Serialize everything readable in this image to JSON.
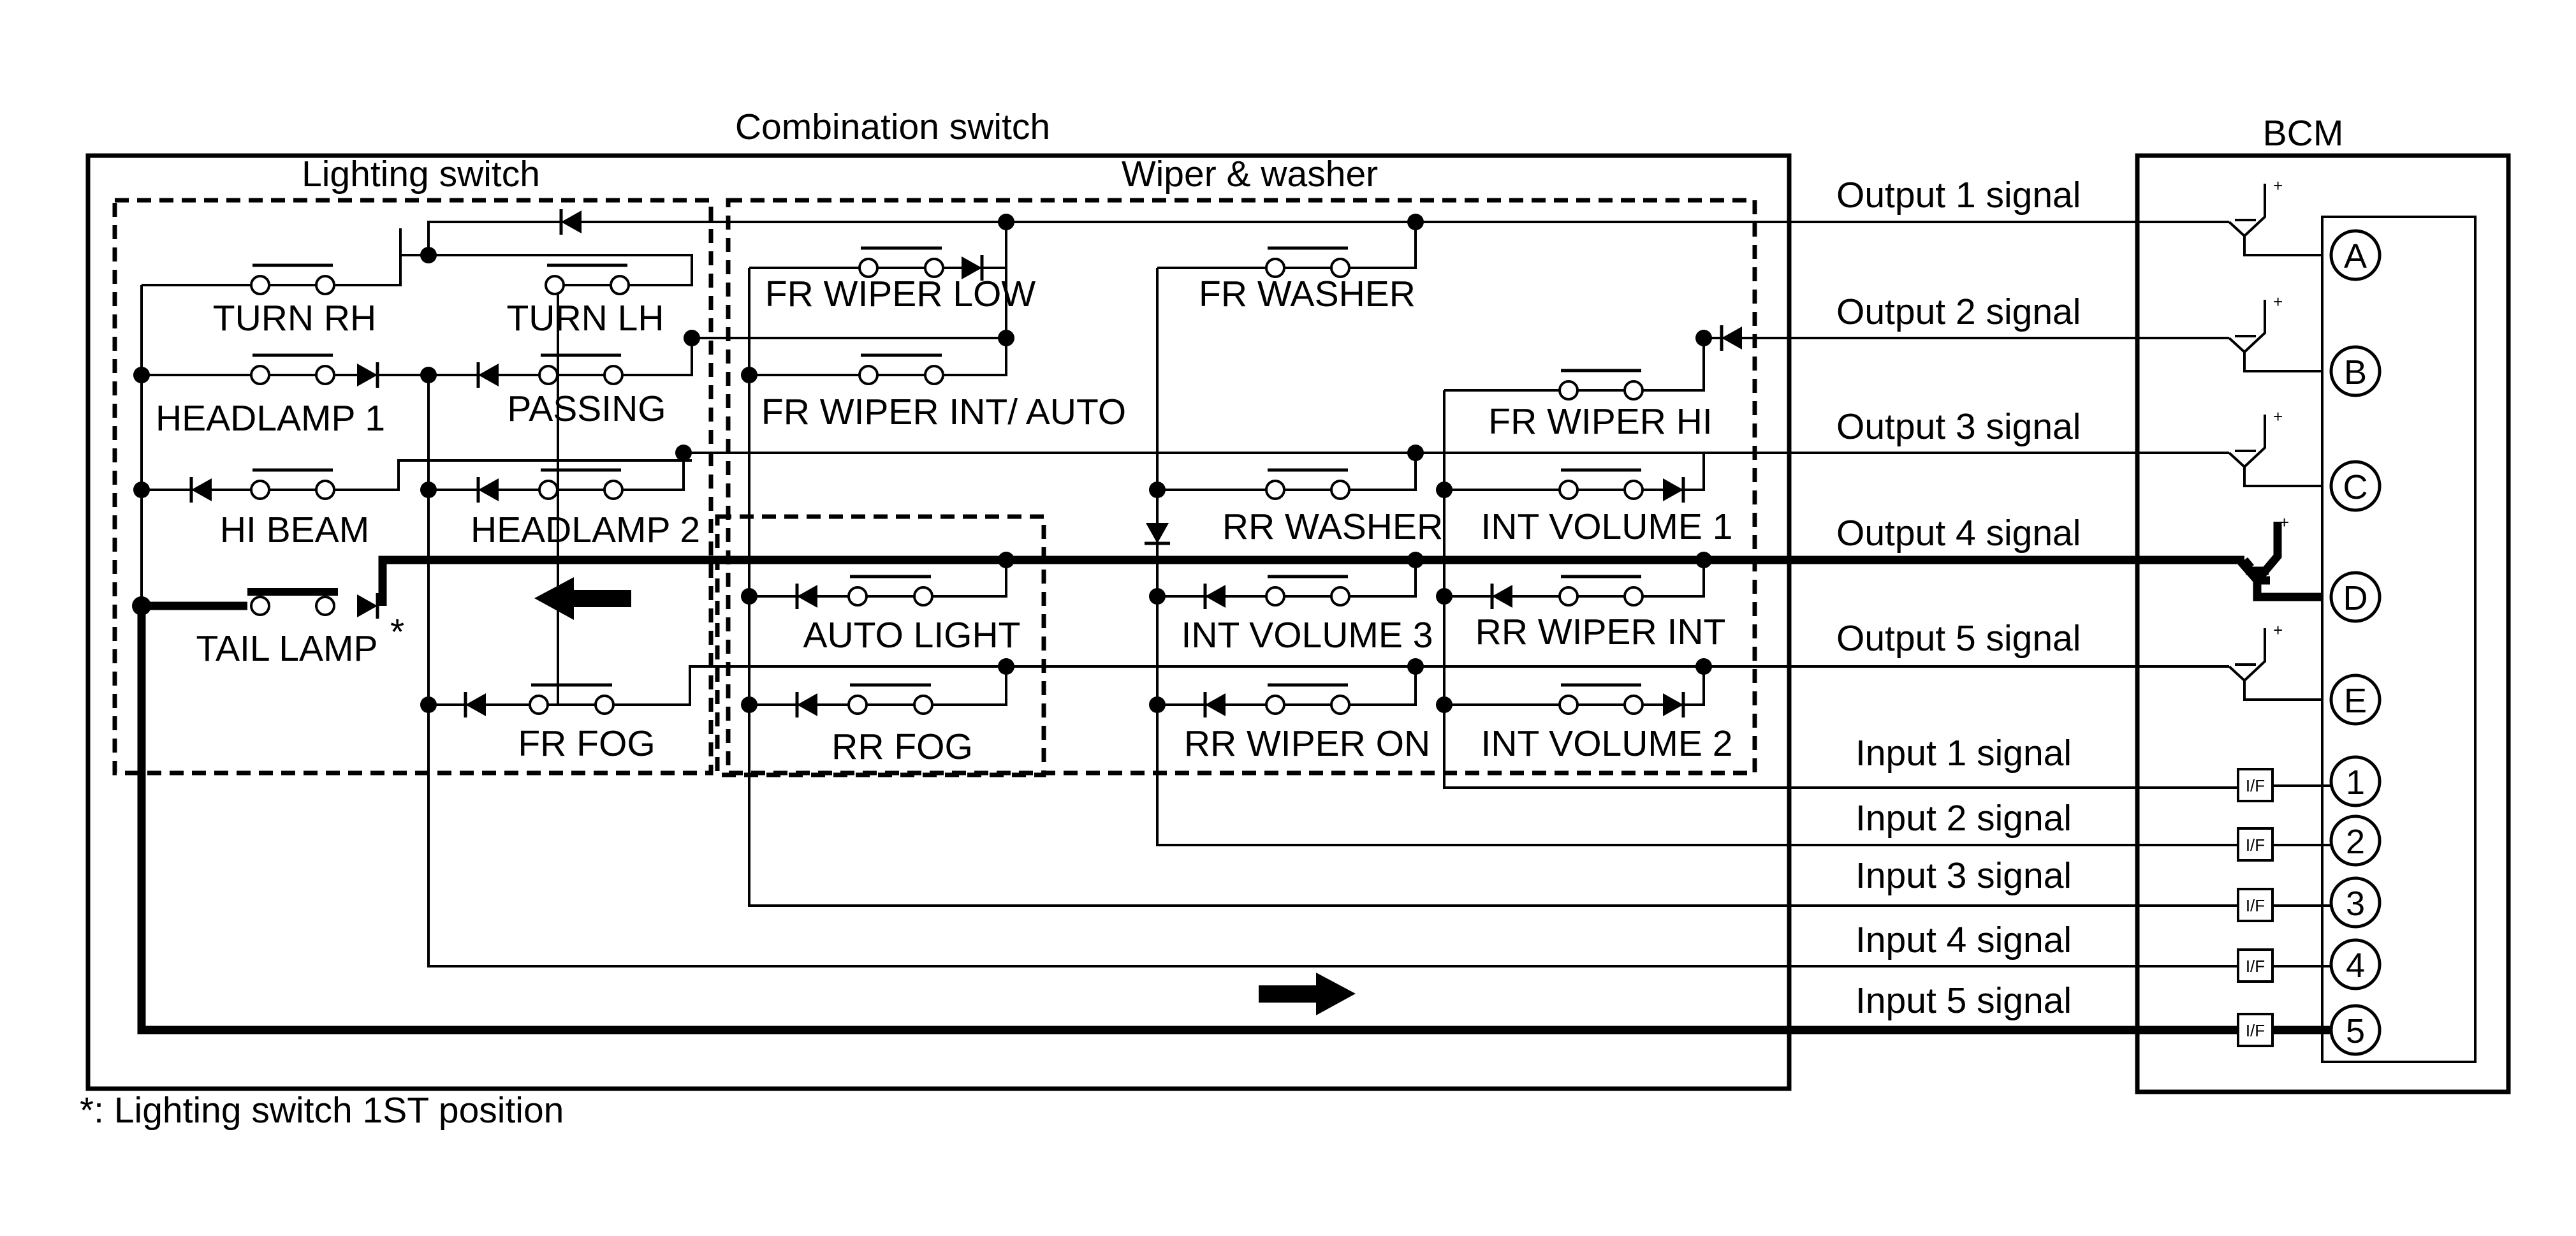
{
  "titles": {
    "combination_switch": "Combination switch",
    "lighting_switch": "Lighting switch",
    "wiper_washer": "Wiper & washer",
    "bcm": "BCM"
  },
  "switches": {
    "turn_rh": "TURN RH",
    "turn_lh": "TURN LH",
    "headlamp1": "HEADLAMP 1",
    "passing": "PASSING",
    "hi_beam": "HI BEAM",
    "headlamp2": "HEADLAMP 2",
    "tail_lamp": "TAIL LAMP",
    "tail_lamp_mark": "*",
    "fr_fog": "FR FOG",
    "fr_wiper_low": "FR WIPER LOW",
    "fr_washer": "FR WASHER",
    "fr_wiper_int_auto": "FR WIPER INT/ AUTO",
    "fr_wiper_hi": "FR WIPER HI",
    "rr_washer": "RR WASHER",
    "int_volume1": "INT VOLUME 1",
    "auto_light": "AUTO LIGHT",
    "int_volume3": "INT VOLUME 3",
    "rr_wiper_int": "RR WIPER INT",
    "rr_fog": "RR FOG",
    "rr_wiper_on": "RR WIPER ON",
    "int_volume2": "INT VOLUME 2"
  },
  "signals": {
    "output1": "Output 1 signal",
    "output2": "Output 2 signal",
    "output3": "Output 3 signal",
    "output4": "Output 4 signal",
    "output5": "Output 5 signal",
    "input1": "Input 1 signal",
    "input2": "Input 2 signal",
    "input3": "Input 3 signal",
    "input4": "Input 4 signal",
    "input5": "Input 5 signal"
  },
  "terminals": {
    "a": "A",
    "b": "B",
    "c": "C",
    "d": "D",
    "e": "E",
    "t1": "1",
    "t2": "2",
    "t3": "3",
    "t4": "4",
    "t5": "5"
  },
  "interface_label": "I/F",
  "transistor_plus": "+",
  "footnote": "*: Lighting switch 1ST position",
  "highlighted_path": "TAIL LAMP → Output 4 signal → D / Input 5 signal → 5"
}
